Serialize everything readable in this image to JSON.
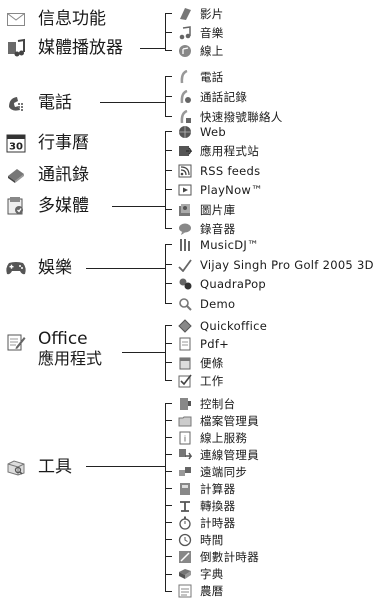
{
  "main_items": [
    {
      "id": "messages",
      "label": "信息功能",
      "icon": "envelope-icon"
    },
    {
      "id": "media-player",
      "label": "媒體播放器",
      "icon": "music-note-icon"
    },
    {
      "id": "calls",
      "label": "電話",
      "icon": "phone-icon"
    },
    {
      "id": "calendar",
      "label": "行事曆",
      "icon": "calendar-icon",
      "icon_text": "30"
    },
    {
      "id": "contacts",
      "label": "通訊錄",
      "icon": "contacts-book-icon"
    },
    {
      "id": "multimedia",
      "label": "多媒體",
      "icon": "multimedia-icon"
    },
    {
      "id": "entertainment",
      "label": "娛樂",
      "icon": "gamepad-icon"
    },
    {
      "id": "office",
      "label": "Office",
      "label2": "應用程式",
      "icon": "notepad-icon"
    },
    {
      "id": "tools",
      "label": "工具",
      "icon": "toolbox-icon"
    }
  ],
  "media_player_items": [
    {
      "label": "影片",
      "icon": "video-icon"
    },
    {
      "label": "音樂",
      "icon": "music-icon"
    },
    {
      "label": "線上",
      "icon": "online-icon"
    }
  ],
  "calls_items": [
    {
      "label": "電話",
      "icon": "handset-icon"
    },
    {
      "label": "通話記錄",
      "icon": "call-log-icon"
    },
    {
      "label": "快速撥號聯絡人",
      "icon": "speed-dial-icon"
    }
  ],
  "multimedia_items": [
    {
      "label": "Web",
      "icon": "web-icon"
    },
    {
      "label": "應用程式站",
      "icon": "app-store-icon"
    },
    {
      "label": "RSS feeds",
      "icon": "rss-icon"
    },
    {
      "label": "PlayNow™",
      "icon": "playnow-icon"
    },
    {
      "label": "圖片庫",
      "icon": "picture-library-icon"
    },
    {
      "label": "錄音器",
      "icon": "voice-recorder-icon"
    }
  ],
  "entertainment_items": [
    {
      "label": "MusicDJ™",
      "icon": "musicdj-icon"
    },
    {
      "label": "Vijay Singh Pro Golf 2005 3D",
      "icon": "golf-icon"
    },
    {
      "label": "QuadraPop",
      "icon": "quadrapop-icon"
    },
    {
      "label": "Demo",
      "icon": "demo-icon"
    }
  ],
  "office_items": [
    {
      "label": "Quickoffice",
      "icon": "quickoffice-icon"
    },
    {
      "label": "Pdf+",
      "icon": "pdf-icon"
    },
    {
      "label": "便條",
      "icon": "note-icon"
    },
    {
      "label": "工作",
      "icon": "task-icon"
    }
  ],
  "tools_items": [
    {
      "label": "控制台",
      "icon": "control-panel-icon"
    },
    {
      "label": "檔案管理員",
      "icon": "folder-icon"
    },
    {
      "label": "線上服務",
      "icon": "online-service-icon"
    },
    {
      "label": "連線管理員",
      "icon": "connection-manager-icon"
    },
    {
      "label": "遠端同步",
      "icon": "sync-icon"
    },
    {
      "label": "計算器",
      "icon": "calculator-icon"
    },
    {
      "label": "轉換器",
      "icon": "converter-icon"
    },
    {
      "label": "計時器",
      "icon": "stopwatch-icon"
    },
    {
      "label": "時間",
      "icon": "clock-icon"
    },
    {
      "label": "倒數計時器",
      "icon": "countdown-icon"
    },
    {
      "label": "字典",
      "icon": "dictionary-icon"
    },
    {
      "label": "農曆",
      "icon": "lunar-calendar-icon"
    }
  ]
}
